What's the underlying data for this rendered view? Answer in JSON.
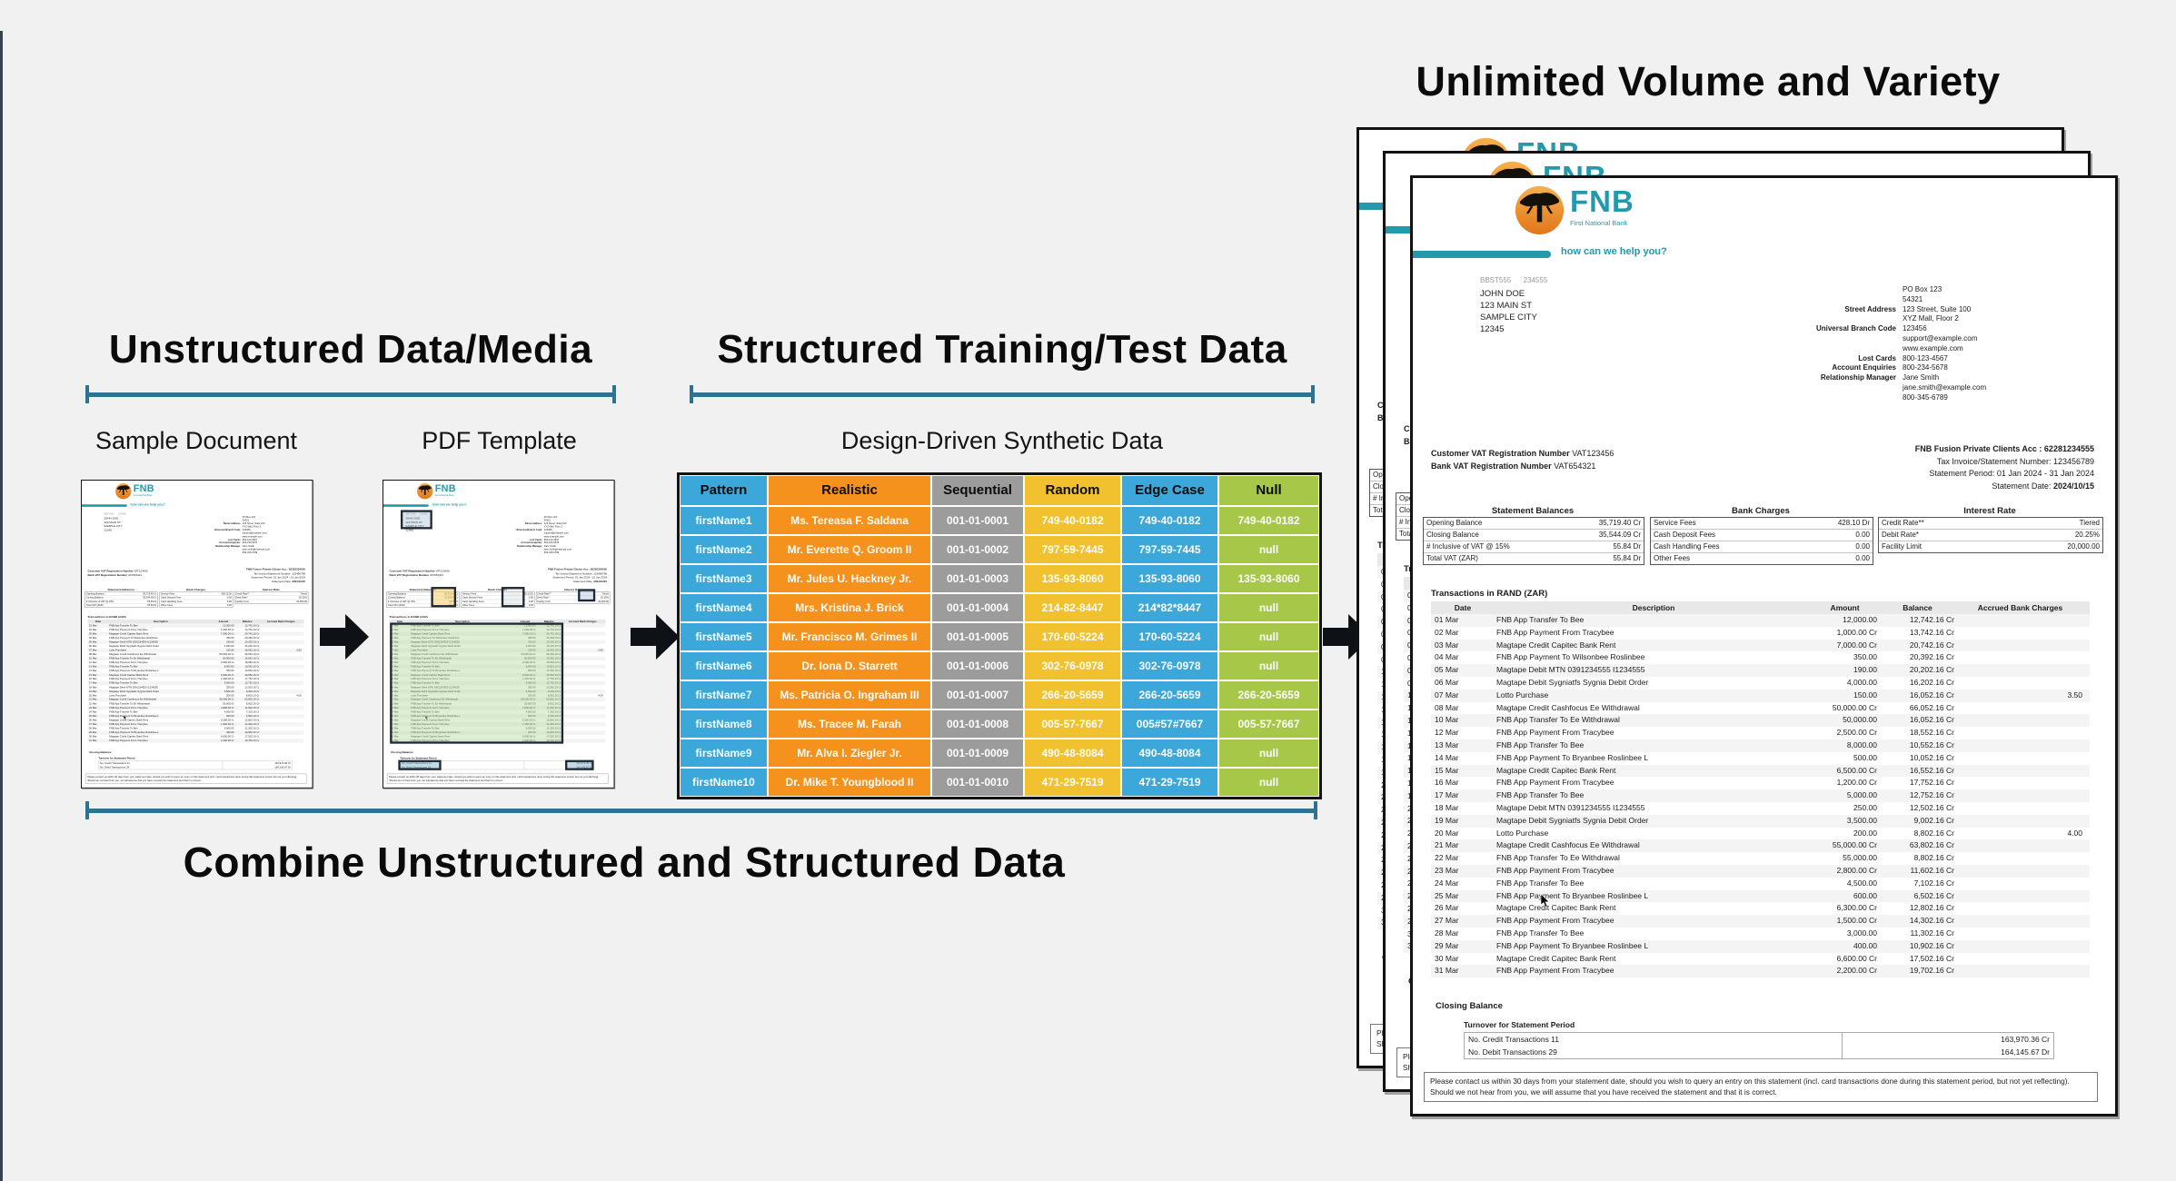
{
  "colors": {
    "accent_teal": "#2499ac",
    "steel_blue": "#2e7191",
    "table_blue": "#3ca7d9",
    "table_orange": "#f5921d",
    "table_gray": "#9c9c9c",
    "table_yellow": "#f2c12f",
    "table_green": "#a7c748",
    "arrow_black": "#0e1116",
    "logo_orange": "#ee8a1e"
  },
  "headings": {
    "unstructured": "Unstructured Data/Media",
    "structured": "Structured Training/Test Data",
    "unlimited": "Unlimited Volume and Variety",
    "combine": "Combine Unstructured and Structured Data"
  },
  "sublabels": {
    "sample_document": "Sample Document",
    "pdf_template": "PDF Template",
    "synthetic_data": "Design-Driven Synthetic Data"
  },
  "synthetic_table": {
    "headers": [
      "Pattern",
      "Realistic",
      "Sequential",
      "Random",
      "Edge Case",
      "Null"
    ],
    "rows": [
      {
        "pattern": "firstName1",
        "realistic": "Ms. Tereasa F. Saldana",
        "sequential": "001-01-0001",
        "random": "749-40-0182",
        "edge_case": "749-40-0182",
        "null_value": "749-40-0182"
      },
      {
        "pattern": "firstName2",
        "realistic": "Mr. Everette Q. Groom II",
        "sequential": "001-01-0002",
        "random": "797-59-7445",
        "edge_case": "797-59-7445",
        "null_value": "null"
      },
      {
        "pattern": "firstName3",
        "realistic": "Mr. Jules U. Hackney Jr.",
        "sequential": "001-01-0003",
        "random": "135-93-8060",
        "edge_case": "135-93-8060",
        "null_value": "135-93-8060"
      },
      {
        "pattern": "firstName4",
        "realistic": "Mrs. Kristina J. Brick",
        "sequential": "001-01-0004",
        "random": "214-82-8447",
        "edge_case": "214*82*8447",
        "null_value": "null"
      },
      {
        "pattern": "firstName5",
        "realistic": "Mr. Francisco M. Grimes II",
        "sequential": "001-01-0005",
        "random": "170-60-5224",
        "edge_case": "170-60-5224",
        "null_value": "null"
      },
      {
        "pattern": "firstName6",
        "realistic": "Dr. Iona D. Starrett",
        "sequential": "001-01-0006",
        "random": "302-76-0978",
        "edge_case": "302-76-0978",
        "null_value": "null"
      },
      {
        "pattern": "firstName7",
        "realistic": "Ms. Patricia O. Ingraham III",
        "sequential": "001-01-0007",
        "random": "266-20-5659",
        "edge_case": "266-20-5659",
        "null_value": "266-20-5659"
      },
      {
        "pattern": "firstName8",
        "realistic": "Ms. Tracee M. Farah",
        "sequential": "001-01-0008",
        "random": "005-57-7667",
        "edge_case": "005#57#7667",
        "null_value": "005-57-7667"
      },
      {
        "pattern": "firstName9",
        "realistic": "Mr. Alva I. Ziegler Jr.",
        "sequential": "001-01-0009",
        "random": "490-48-8084",
        "edge_case": "490-48-8084",
        "null_value": "null"
      },
      {
        "pattern": "firstName10",
        "realistic": "Dr. Mike T. Youngblood II",
        "sequential": "001-01-0010",
        "random": "471-29-7519",
        "edge_case": "471-29-7519",
        "null_value": "null"
      }
    ]
  },
  "statement": {
    "logo": {
      "brand": "FNB",
      "subbrand": "First National Bank",
      "tagline": "how can we help you?"
    },
    "recipient": {
      "ref": "BBST555      234555",
      "name": "JOHN DOE",
      "line1": "123 MAIN ST",
      "line2": "SAMPLE CITY",
      "line3": "12345"
    },
    "contact": [
      {
        "label": "",
        "value": "PO Box 123"
      },
      {
        "label": "",
        "value": "54321"
      },
      {
        "label": "Street Address",
        "value": "123 Street, Suite 100"
      },
      {
        "label": "",
        "value": "XYZ Mall, Floor 2"
      },
      {
        "label": "Universal Branch Code",
        "value": "123456"
      },
      {
        "label": "",
        "value": "support@example.com"
      },
      {
        "label": "",
        "value": "www.example.com"
      },
      {
        "label": "Lost Cards",
        "value": "800-123-4567"
      },
      {
        "label": "Account Enquiries",
        "value": "800-234-5678"
      },
      {
        "label": "Relationship Manager",
        "value": "Jane Smith"
      },
      {
        "label": "",
        "value": "jane.smith@example.com"
      },
      {
        "label": "",
        "value": "800-345-6789"
      }
    ],
    "vat": {
      "customer_label": "Customer VAT Registration Number",
      "customer_value": "VAT123456",
      "bank_label": "Bank VAT Registration Number",
      "bank_value": "VAT654321"
    },
    "account_info": {
      "acc_line": "FNB Fusion Private Clients Acc : 62281234555",
      "invoice_line": "Tax Invoice/Statement Number: 123456789",
      "period_line": "Statement Period: 01 Jan 2024 - 31 Jan 2024",
      "date_label": "Statement Date:",
      "date_value": "2024/10/15"
    },
    "balances": {
      "title": "Statement Balances",
      "rows": [
        {
          "label": "Opening Balance",
          "value": "35,719.40 Cr"
        },
        {
          "label": "Closing Balance",
          "value": "35,544.09 Cr"
        },
        {
          "label": "# Inclusive of VAT @ 15%",
          "value": "55.84 Dr"
        },
        {
          "label": "Total VAT (ZAR)",
          "value": "55.84 Dr"
        }
      ]
    },
    "charges": {
      "title": "Bank Charges",
      "rows": [
        {
          "label": "Service Fees",
          "value": "428.10 Dr"
        },
        {
          "label": "Cash Deposit Fees",
          "value": "0.00"
        },
        {
          "label": "Cash Handling Fees",
          "value": "0.00"
        },
        {
          "label": "Other Fees",
          "value": "0.00"
        }
      ]
    },
    "interest": {
      "title": "Interest Rate",
      "rows": [
        {
          "label": "Credit Rate**",
          "value": "Tiered"
        },
        {
          "label": "Debit Rate*",
          "value": "20.25%"
        },
        {
          "label": "Facility Limit",
          "value": "20,000.00"
        }
      ]
    },
    "transactions_title": "Transactions in RAND (ZAR)",
    "transactions_headers": [
      "Date",
      "Description",
      "Amount",
      "Balance",
      "Accrued Bank Charges"
    ],
    "transactions": [
      {
        "date": "01 Mar",
        "desc": "FNB App Transfer To Bee",
        "amount": "12,000.00",
        "balance": "12,742.16 Cr",
        "accrued": ""
      },
      {
        "date": "02 Mar",
        "desc": "FNB App Payment From Tracybee",
        "amount": "1,000.00 Cr",
        "balance": "13,742.16 Cr",
        "accrued": ""
      },
      {
        "date": "03 Mar",
        "desc": "Magtape Credit Capitec Bank Rent",
        "amount": "7,000.00 Cr",
        "balance": "20,742.16 Cr",
        "accrued": ""
      },
      {
        "date": "04 Mar",
        "desc": "FNB App Payment To Wilsonbee Roslinbee",
        "amount": "350.00",
        "balance": "20,392.16 Cr",
        "accrued": ""
      },
      {
        "date": "05 Mar",
        "desc": "Magtape Debit MTN 0391234555 I1234555",
        "amount": "190.00",
        "balance": "20,202.16 Cr",
        "accrued": ""
      },
      {
        "date": "06 Mar",
        "desc": "Magtape Debit Sygniatfs Sygnia Debit Order",
        "amount": "4,000.00",
        "balance": "16,202.16 Cr",
        "accrued": ""
      },
      {
        "date": "07 Mar",
        "desc": "Lotto Purchase",
        "amount": "150.00",
        "balance": "16,052.16 Cr",
        "accrued": "3.50"
      },
      {
        "date": "08 Mar",
        "desc": "Magtape Credit Cashfocus Ee Withdrawal",
        "amount": "50,000.00 Cr",
        "balance": "66,052.16 Cr",
        "accrued": ""
      },
      {
        "date": "10 Mar",
        "desc": "FNB App Transfer To Ee Withdrawal",
        "amount": "50,000.00",
        "balance": "16,052.16 Cr",
        "accrued": ""
      },
      {
        "date": "12 Mar",
        "desc": "FNB App Payment From Tracybee",
        "amount": "2,500.00 Cr",
        "balance": "18,552.16 Cr",
        "accrued": ""
      },
      {
        "date": "13 Mar",
        "desc": "FNB App Transfer To Bee",
        "amount": "8,000.00",
        "balance": "10,552.16 Cr",
        "accrued": ""
      },
      {
        "date": "14 Mar",
        "desc": "FNB App Payment To Bryanbee Roslinbee L",
        "amount": "500.00",
        "balance": "10,052.16 Cr",
        "accrued": ""
      },
      {
        "date": "15 Mar",
        "desc": "Magtape Credit Capitec Bank Rent",
        "amount": "6,500.00 Cr",
        "balance": "16,552.16 Cr",
        "accrued": ""
      },
      {
        "date": "16 Mar",
        "desc": "FNB App Payment From Tracybee",
        "amount": "1,200.00 Cr",
        "balance": "17,752.16 Cr",
        "accrued": ""
      },
      {
        "date": "17 Mar",
        "desc": "FNB App Transfer To Bee",
        "amount": "5,000.00",
        "balance": "12,752.16 Cr",
        "accrued": ""
      },
      {
        "date": "18 Mar",
        "desc": "Magtape Debit MTN 0391234555 I1234555",
        "amount": "250.00",
        "balance": "12,502.16 Cr",
        "accrued": ""
      },
      {
        "date": "19 Mar",
        "desc": "Magtape Debit Sygniatfs Sygnia Debit Order",
        "amount": "3,500.00",
        "balance": "9,002.16 Cr",
        "accrued": ""
      },
      {
        "date": "20 Mar",
        "desc": "Lotto Purchase",
        "amount": "200.00",
        "balance": "8,802.16 Cr",
        "accrued": "4.00"
      },
      {
        "date": "21 Mar",
        "desc": "Magtape Credit Cashfocus Ee Withdrawal",
        "amount": "55,000.00 Cr",
        "balance": "63,802.16 Cr",
        "accrued": ""
      },
      {
        "date": "22 Mar",
        "desc": "FNB App Transfer To Ee Withdrawal",
        "amount": "55,000.00",
        "balance": "8,802.16 Cr",
        "accrued": ""
      },
      {
        "date": "23 Mar",
        "desc": "FNB App Payment From Tracybee",
        "amount": "2,800.00 Cr",
        "balance": "11,602.16 Cr",
        "accrued": ""
      },
      {
        "date": "24 Mar",
        "desc": "FNB App Transfer To Bee",
        "amount": "4,500.00",
        "balance": "7,102.16 Cr",
        "accrued": ""
      },
      {
        "date": "25 Mar",
        "desc": "FNB App Payment To Bryanbee Roslinbee L",
        "amount": "600.00",
        "balance": "6,502.16 Cr",
        "accrued": ""
      },
      {
        "date": "26 Mar",
        "desc": "Magtape Credit Capitec Bank Rent",
        "amount": "6,300.00 Cr",
        "balance": "12,802.16 Cr",
        "accrued": ""
      },
      {
        "date": "27 Mar",
        "desc": "FNB App Payment From Tracybee",
        "amount": "1,500.00 Cr",
        "balance": "14,302.16 Cr",
        "accrued": ""
      },
      {
        "date": "28 Mar",
        "desc": "FNB App Transfer To Bee",
        "amount": "3,000.00",
        "balance": "11,302.16 Cr",
        "accrued": ""
      },
      {
        "date": "29 Mar",
        "desc": "FNB App Payment To Bryanbee Roslinbee L",
        "amount": "400.00",
        "balance": "10,902.16 Cr",
        "accrued": ""
      },
      {
        "date": "30 Mar",
        "desc": "Magtape Credit Capitec Bank Rent",
        "amount": "6,600.00 Cr",
        "balance": "17,502.16 Cr",
        "accrued": ""
      },
      {
        "date": "31 Mar",
        "desc": "FNB App Payment From Tracybee",
        "amount": "2,200.00 Cr",
        "balance": "19,702.16 Cr",
        "accrued": ""
      }
    ],
    "closing": {
      "title": "Closing Balance",
      "subtitle": "Turnover for Statement Period",
      "rows": [
        {
          "label": "No. Credit Transactions 11",
          "value": "163,970.36 Cr"
        },
        {
          "label": "No. Debit Transactions 29",
          "value": "164,145.67 Dr"
        }
      ]
    },
    "footer": "Please contact us within 30 days from your statement date, should you wish to query an entry on this statement (incl. card transactions done during this statement period, but not yet reflecting). Should we not hear from you, we will assume that you have received the statement and that it is correct."
  }
}
